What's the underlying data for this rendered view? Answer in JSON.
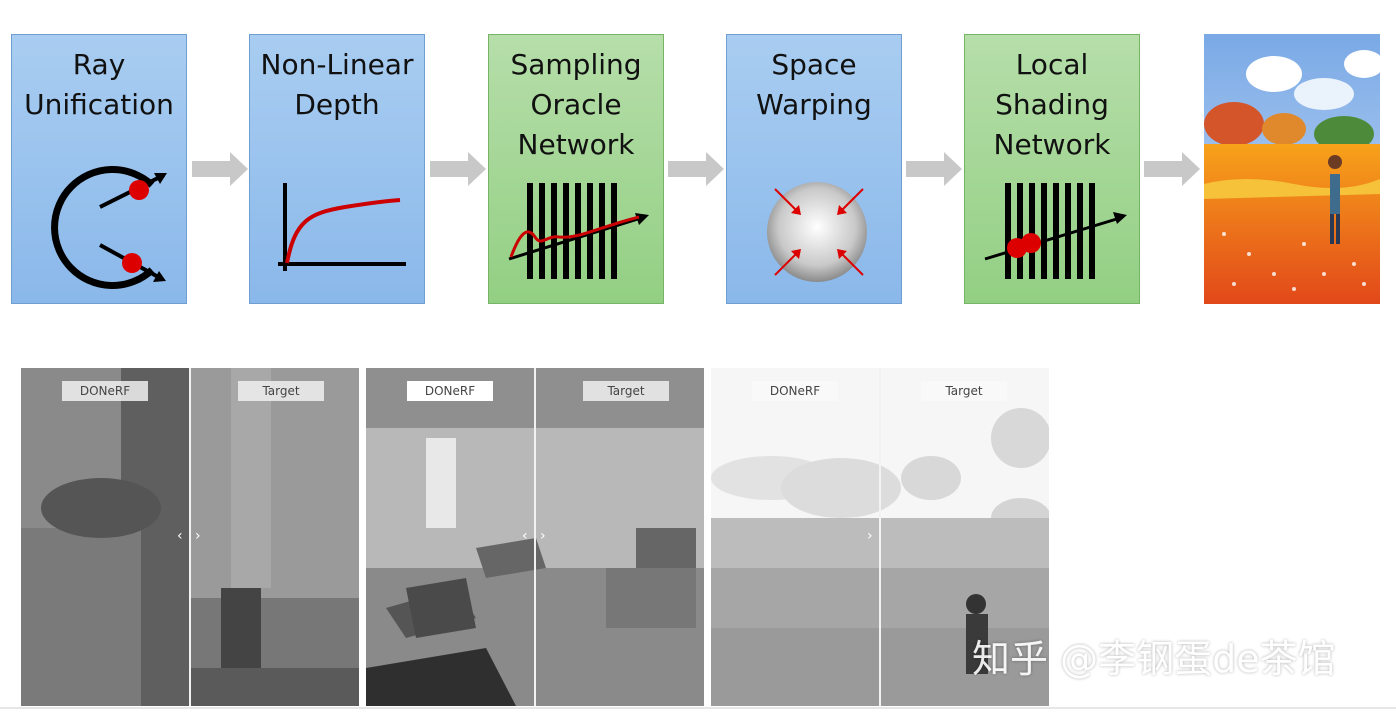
{
  "pipeline": {
    "steps": [
      {
        "title": "Ray\nUnification",
        "color": "blue",
        "icon": "ray-unification-icon"
      },
      {
        "title": "Non-Linear\nDepth",
        "color": "blue",
        "icon": "nonlinear-depth-icon"
      },
      {
        "title": "Sampling\nOracle\nNetwork",
        "color": "green",
        "icon": "sampling-oracle-icon"
      },
      {
        "title": "Space\nWarping",
        "color": "blue",
        "icon": "space-warping-icon"
      },
      {
        "title": "Local\nShading\nNetwork",
        "color": "green",
        "icon": "local-shading-icon"
      }
    ],
    "colors": {
      "blue": "#8ab8ea",
      "green": "#93cf83",
      "arrow": "#c8c8c8",
      "accent": "#cc0000"
    }
  },
  "comparisons": [
    {
      "left_label": "DONeRF",
      "right_label": "Target",
      "nav": "‹ ›"
    },
    {
      "left_label": "DONeRF",
      "right_label": "Target",
      "nav": "‹ ›"
    },
    {
      "left_label": "DONeRF",
      "right_label": "Target",
      "nav": "›"
    }
  ],
  "watermark": "知乎 @李钢蛋de茶馆"
}
